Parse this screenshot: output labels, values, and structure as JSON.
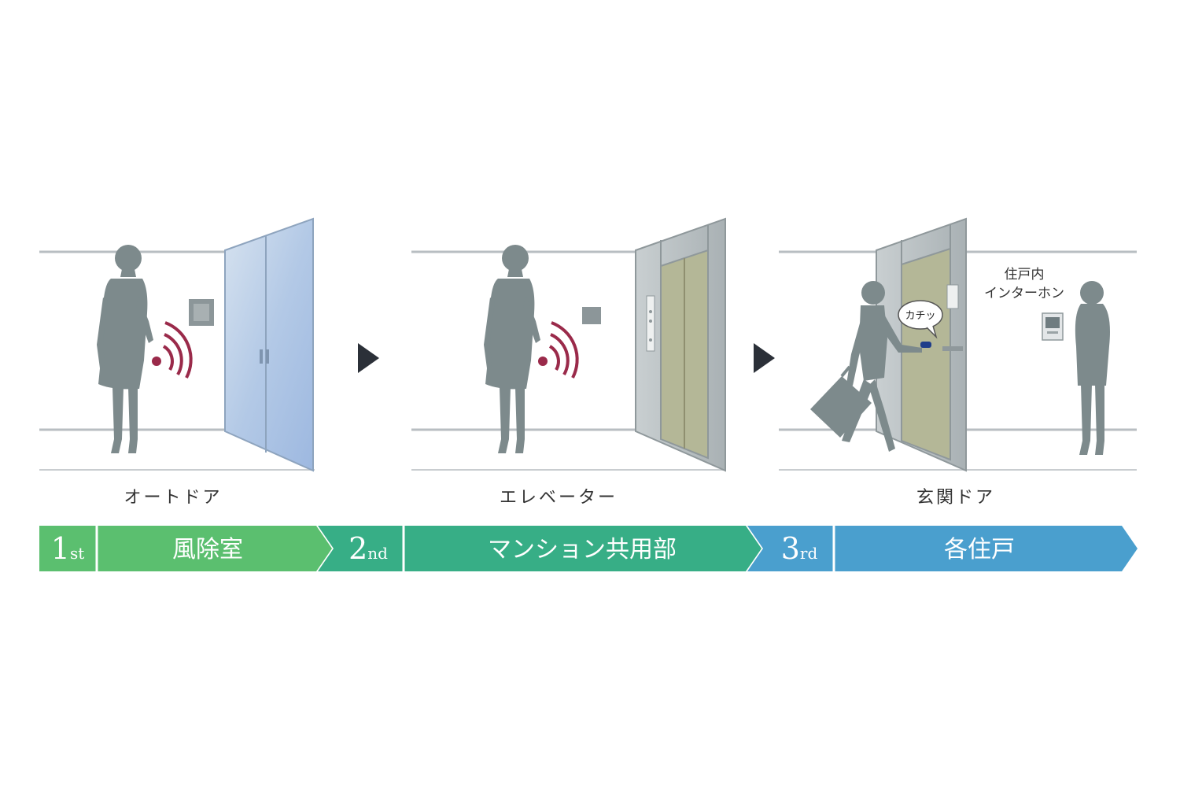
{
  "steps": [
    {
      "ordinal_num": "1",
      "ordinal_suffix": "st",
      "zone": "風除室",
      "caption": "オートドア",
      "color": "#5bbf6f"
    },
    {
      "ordinal_num": "2",
      "ordinal_suffix": "nd",
      "zone": "マンション共用部",
      "caption": "エレベーター",
      "color": "#37ae86"
    },
    {
      "ordinal_num": "3",
      "ordinal_suffix": "rd",
      "zone": "各住戸",
      "caption": "玄関ドア",
      "color": "#4a9fce"
    }
  ],
  "speech_bubble": "カチッ",
  "intercom_label": {
    "line1": "住戸内",
    "line2": "インターホン"
  },
  "colors": {
    "silhouette": "#7d8a8c",
    "signal": "#9a2a4a",
    "glass": "#b8cde6",
    "elevator_door": "#b4b797",
    "arrow": "#2b3038"
  }
}
